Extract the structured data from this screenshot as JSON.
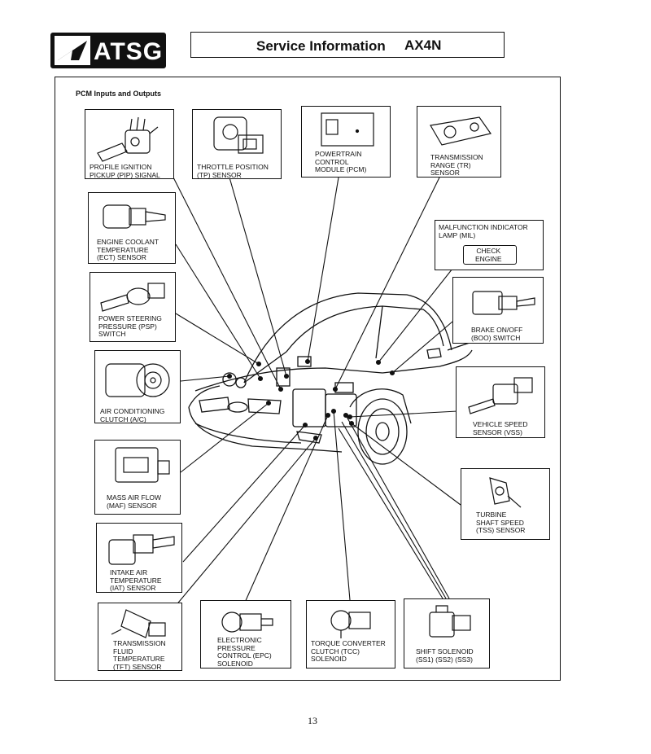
{
  "header": {
    "logo_text": "ATSG",
    "title": "Service Information",
    "model": "AX4N"
  },
  "diagram": {
    "subtitle": "PCM Inputs and Outputs",
    "components": {
      "pip": "PROFILE IGNITION\nPICKUP (PIP) SIGNAL",
      "tp": "THROTTLE POSITION\n(TP) SENSOR",
      "pcm": "POWERTRAIN\nCONTROL\nMODULE (PCM)",
      "tr": "TRANSMISSION\nRANGE (TR)\nSENSOR",
      "ect": "ENGINE COOLANT\nTEMPERATURE\n(ECT) SENSOR",
      "mil": "MALFUNCTION INDICATOR\nLAMP (MIL)",
      "mil_display": "CHECK\nENGINE",
      "psp": "POWER STEERING\nPRESSURE (PSP)\nSWITCH",
      "boo": "BRAKE ON/OFF\n(BOO) SWITCH",
      "ac": "AIR CONDITIONING\nCLUTCH (A/C)",
      "vss": "VEHICLE SPEED\nSENSOR (VSS)",
      "maf": "MASS AIR FLOW\n(MAF) SENSOR",
      "tss": "TURBINE\nSHAFT SPEED\n(TSS) SENSOR",
      "iat": "INTAKE AIR\nTEMPERATURE\n(IAT) SENSOR",
      "tft": "TRANSMISSION\nFLUID\nTEMPERATURE\n(TFT) SENSOR",
      "epc": "ELECTRONIC\nPRESSURE\nCONTROL (EPC)\nSOLENOID",
      "tcc": "TORQUE CONVERTER\nCLUTCH (TCC)\nSOLENOID",
      "ss": "SHIFT SOLENOID\n(SS1) (SS2) (SS3)"
    }
  },
  "footer": {
    "page_number": "13"
  }
}
